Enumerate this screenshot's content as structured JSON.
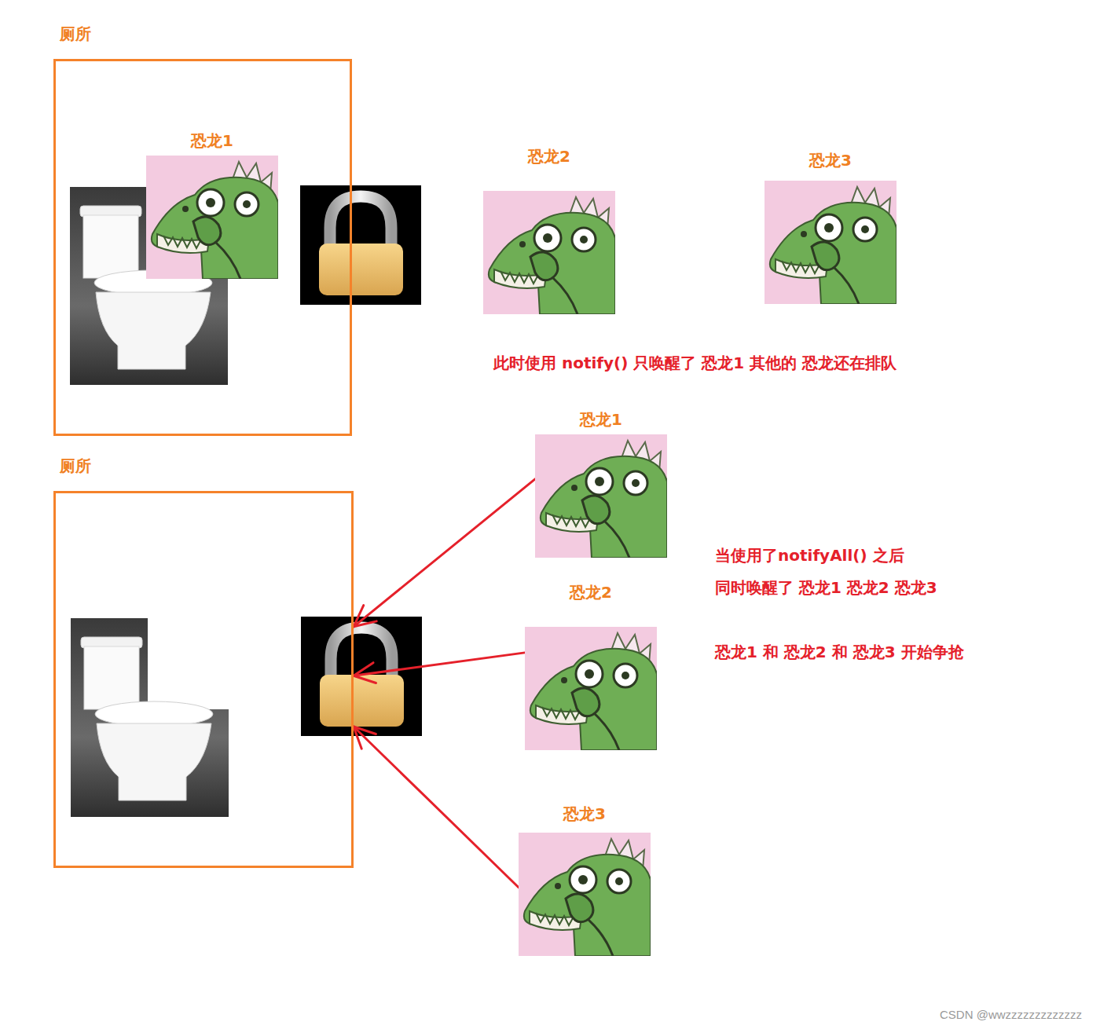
{
  "diagram": {
    "nodes": [
      {
        "text": [
          "厕所"
        ]
      },
      {
        "text": [
          "恐龙1"
        ],
        "in": 0
      },
      {
        "text": [
          "恐龙2"
        ]
      },
      {
        "text": [
          "恐龙3"
        ]
      },
      {
        "text": [
          "厕所"
        ]
      },
      {
        "text": [
          "恐龙1"
        ]
      },
      {
        "text": [
          "恐龙2"
        ]
      },
      {
        "text": [
          "恐龙3"
        ]
      }
    ],
    "edges": [
      {
        "from": 5,
        "to": 4,
        "arrow": "to"
      },
      {
        "from": 6,
        "to": 4,
        "arrow": "to"
      },
      {
        "from": 7,
        "to": 4,
        "arrow": "to"
      }
    ],
    "labels": [
      "此时使用 notify() 只唤醒了 恐龙1 其他的 恐龙还在排队",
      "当使用了notifyAll() 之后",
      "同时唤醒了 恐龙1 恐龙2 恐龙3",
      "恐龙1 和 恐龙2 和 恐龙3 开始争抢",
      "CSDN @wwzzzzzzzzzzzzz"
    ]
  }
}
